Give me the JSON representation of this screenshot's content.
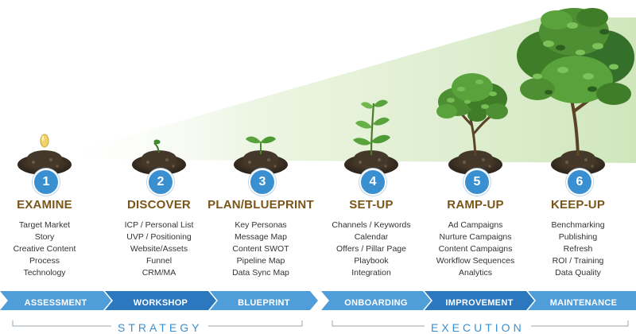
{
  "stages": [
    {
      "number": "1",
      "title": "EXAMINE",
      "items": [
        "Target Market",
        "Story",
        "Creative Content",
        "Process",
        "Technology"
      ]
    },
    {
      "number": "2",
      "title": "DISCOVER",
      "items": [
        "ICP / Personal List",
        "UVP / Positioning",
        "Website/Assets",
        "Funnel",
        "CRM/MA"
      ]
    },
    {
      "number": "3",
      "title": "PLAN/BLUEPRINT",
      "items": [
        "Key Personas",
        "Message Map",
        "Content SWOT",
        "Pipeline Map",
        "Data Sync Map"
      ]
    },
    {
      "number": "4",
      "title": "SET-UP",
      "items": [
        "Channels / Keywords",
        "Calendar",
        "Offers / Pillar Page",
        "Playbook",
        "Integration"
      ]
    },
    {
      "number": "5",
      "title": "RAMP-UP",
      "items": [
        "Ad Campaigns",
        "Nurture Campaigns",
        "Content Campaigns",
        "Workflow Sequences",
        "Analytics"
      ]
    },
    {
      "number": "6",
      "title": "KEEP-UP",
      "items": [
        "Benchmarking",
        "Publishing",
        "Refresh",
        "ROI / Training",
        "Data Quality"
      ]
    }
  ],
  "phases": [
    {
      "label": "ASSESSMENT"
    },
    {
      "label": "WORKSHOP"
    },
    {
      "label": "BLUEPRINT"
    },
    {
      "label": "ONBOARDING"
    },
    {
      "label": "IMPROVEMENT"
    },
    {
      "label": "MAINTENANCE"
    }
  ],
  "groups": [
    {
      "label": "STRATEGY"
    },
    {
      "label": "EXECUTION"
    }
  ],
  "colors": {
    "title_brown": "#7a5518",
    "badge_blue": "#3a8fd1",
    "band_light": "#4f9ed9",
    "band_dark": "#2b78bf",
    "group_blue": "#3a8fd1",
    "leaf_green": "#5aa33c",
    "soil": "#3b2f22",
    "glow_green": "#d8ecc8"
  }
}
